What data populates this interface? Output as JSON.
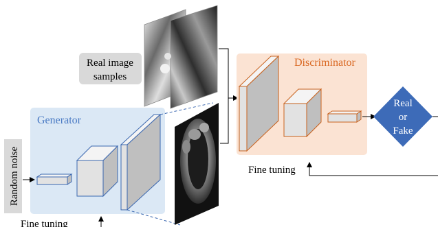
{
  "labels": {
    "random_noise": "Random noise",
    "real_samples_line1": "Real image",
    "real_samples_line2": "samples",
    "generator": "Generator",
    "discriminator": "Discriminator",
    "decision_line1": "Real",
    "decision_line2": "or",
    "decision_line3": "Fake",
    "fine_tuning_generator": "Fine tuning",
    "fine_tuning_discriminator": "Fine tuning"
  },
  "colors": {
    "generator_panel": "#dbe8f5",
    "generator_text": "#4a7ac4",
    "generator_stroke": "#3a67b0",
    "discriminator_panel": "#fbe3d3",
    "discriminator_text": "#d9661f",
    "discriminator_stroke": "#c8611c",
    "decision_fill": "#3d6bb8",
    "label_box": "#d9d9d9"
  }
}
